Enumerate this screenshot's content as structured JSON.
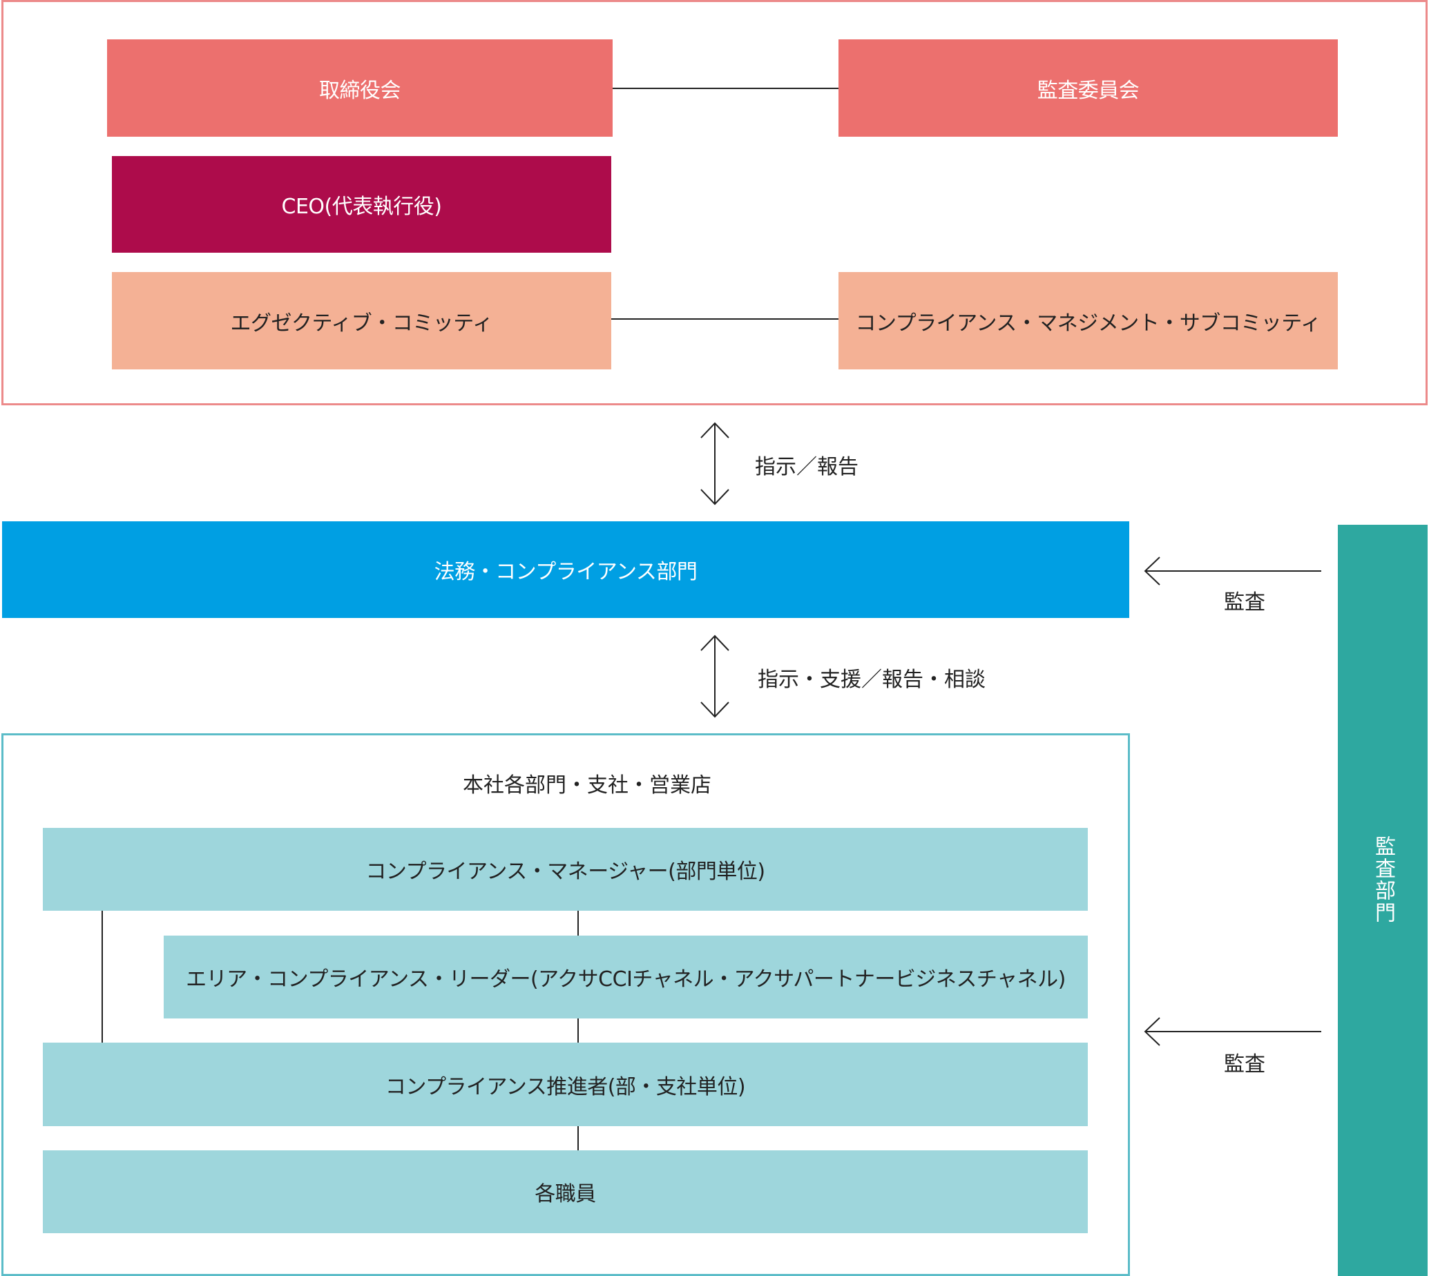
{
  "colors": {
    "board": "#ec706e",
    "ceo": "#ad0c4b",
    "committee": "#f4b195",
    "legal": "#009fe3",
    "branch": "#9ed6dc",
    "audit": "#2ea8a0",
    "top_frame": "#ec8a8a",
    "bottom_frame": "#5bbcc8"
  },
  "governance": {
    "board": "取締役会",
    "audit_committee": "監査委員会",
    "ceo": "CEO(代表執行役)",
    "executive_committee": "エグゼクティブ・コミッティ",
    "compliance_subcommittee": "コンプライアンス・マネジメント・サブコミッティ"
  },
  "flows": {
    "upper": "指示／報告",
    "lower": "指示・支援／報告・相談"
  },
  "legal_department": "法務・コンプライアンス部門",
  "branch_section": {
    "title": "本社各部門・支社・営業店",
    "compliance_manager": "コンプライアンス・マネージャー(部門単位)",
    "area_leader": "エリア・コンプライアンス・リーダー(アクサCCIチャネル・アクサパートナービジネスチャネル)",
    "promoter": "コンプライアンス推進者(部・支社単位)",
    "staff": "各職員"
  },
  "audit": {
    "department": "監査部門",
    "arrow_label_upper": "監査",
    "arrow_label_lower": "監査"
  }
}
